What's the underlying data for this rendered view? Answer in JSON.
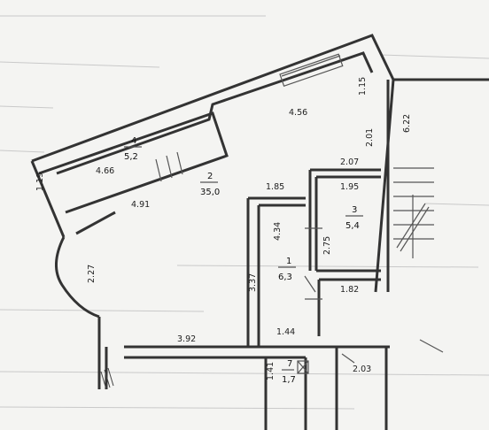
{
  "rooms": [
    {
      "number": "1",
      "area": "6,3"
    },
    {
      "number": "2",
      "area": "35,0"
    },
    {
      "number": "3",
      "area": "5,4"
    },
    {
      "number": "4",
      "area": "5,2"
    },
    {
      "number": "7",
      "area": "1,7"
    }
  ],
  "dimensions": {
    "d_1_19": "1.19",
    "d_4_66": "4.66",
    "d_4_91": "4.91",
    "d_4_56": "4.56",
    "d_1_15": "1.15",
    "d_2_01": "2.01",
    "d_6_22": "6.22",
    "d_2_07": "2.07",
    "d_1_85": "1.85",
    "d_1_95": "1.95",
    "d_4_34": "4.34",
    "d_2_75": "2.75",
    "d_3_37": "3.37",
    "d_2_27": "2.27",
    "d_1_82": "1.82",
    "d_3_92": "3.92",
    "d_1_44": "1.44",
    "d_1_41": "1.41",
    "d_2_03": "2.03"
  },
  "colors": {
    "wall": "#333333",
    "background": "#f4f4f2"
  }
}
